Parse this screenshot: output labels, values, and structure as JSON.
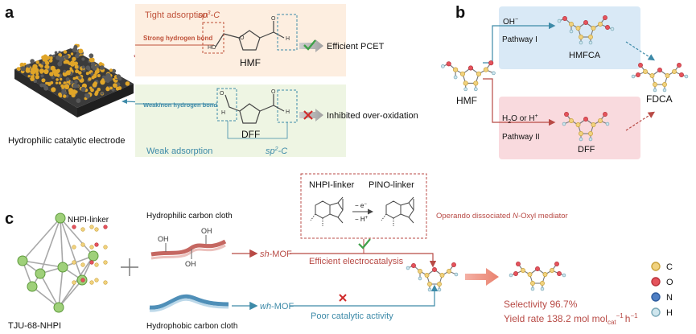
{
  "panel_a": {
    "letter": "a",
    "electrode_label": "Hydrophilic catalytic electrode",
    "tight_title": "Tight adsorption",
    "tight_sp": "sp",
    "tight_sp_sup": "3",
    "tight_sp_tail": "-C",
    "strong_bond": "Strong hydrogen bond",
    "hmf_label": "HMF",
    "pcet_label": "Efficient PCET",
    "weak_bond": "Weak/non hydrogen bond",
    "dff_label": "DFF",
    "inhibited_label": "Inhibited over-oxidation",
    "weak_title": "Weak adsorption",
    "weak_sp": "sp",
    "weak_sp_sup": "2",
    "weak_sp_tail": "-C",
    "oh_atom": "HO",
    "h_atom": "H",
    "o_atom": "O"
  },
  "panel_b": {
    "letter": "b",
    "reagent1": "OH",
    "reagent1_sup": "−",
    "pathway1": "Pathway I",
    "hmfca": "HMFCA",
    "hmf": "HMF",
    "fdca": "FDCA",
    "reagent2_main": "H",
    "reagent2_sub": "2",
    "reagent2_mid": "O or H",
    "reagent2_sup": "+",
    "pathway2": "Pathway II",
    "dff": "DFF"
  },
  "panel_c": {
    "letter": "c",
    "nhpi_linker_small": "NHPI-linker",
    "mof_name": "TJU-68-NHPI",
    "hydrophilic_cloth": "Hydrophilic carbon cloth",
    "oh": "OH",
    "sh_mof_prefix": "sh",
    "wh_mof_prefix": "wh",
    "mof_suffix": "-MOF",
    "hydrophobic_cloth": "Hydrophobic carbon cloth",
    "box_nhpi": "NHPI-linker",
    "box_pino": "PINO-linker",
    "minus_e": "− e",
    "minus_e_sup": "−",
    "minus_h": "− H",
    "minus_h_sup": "+",
    "mediator_pre": "Operando dissociated ",
    "mediator_n": "N",
    "mediator_post": "-Oxyl mediator",
    "efficient": "Efficient electrocatalysis",
    "poor": "Poor catalytic activity",
    "selectivity": "Selectivity 96.7%",
    "yield_main": "Yield rate 138.2 mol mol",
    "yield_sub": "cat",
    "yield_mid": "h",
    "yield_sup1": "−1",
    "yield_sup2": "−1"
  },
  "legend": [
    {
      "symbol": "C",
      "color": "#f1d27e",
      "stroke": "#c9a23a"
    },
    {
      "symbol": "O",
      "color": "#e5535c",
      "stroke": "#b8333b"
    },
    {
      "symbol": "N",
      "color": "#4f7fc4",
      "stroke": "#2f5c9e"
    },
    {
      "symbol": "H",
      "color": "#cfe6ee",
      "stroke": "#7aa9b8"
    }
  ]
}
